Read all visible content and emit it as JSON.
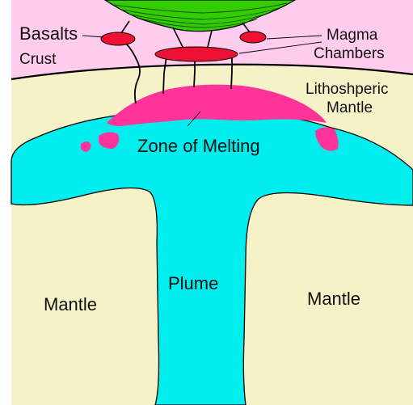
{
  "labels": {
    "basalts": "Basalts",
    "crust": "Crust",
    "magma_line1": "Magma",
    "magma_line2": "Chambers",
    "lith_line1": "Lithoshperic",
    "lith_line2": "Mantle",
    "zone": "Zone of Melting",
    "plume": "Plume",
    "mantle_left": "Mantle",
    "mantle_right": "Mantle"
  },
  "colors": {
    "basalt_green": "#33cc00",
    "crust_pink": "#ffccee",
    "mantle_cream": "#f5f2c8",
    "plume_cyan": "#00eeee",
    "melt_magenta": "#ff3399",
    "magma_red": "#ee1133",
    "outline": "#000000"
  }
}
